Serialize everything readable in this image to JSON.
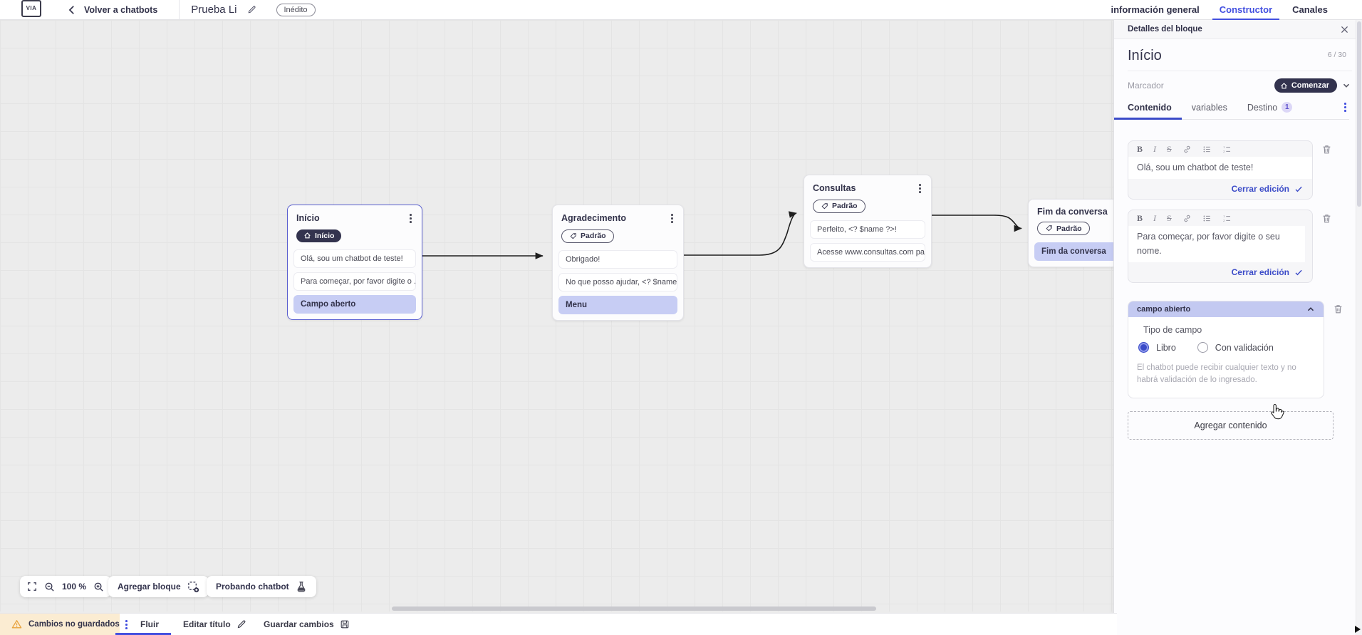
{
  "topbar": {
    "logo_text": "VIA",
    "back_label": "Volver a chatbots",
    "title": "Prueba Li",
    "status_badge": "Inédito",
    "tabs": [
      {
        "label": "información general",
        "active": false
      },
      {
        "label": "Constructor",
        "active": true
      },
      {
        "label": "Canales",
        "active": false
      }
    ]
  },
  "canvas": {
    "zoom_level": "100 %",
    "add_block_label": "Agregar bloque",
    "test_chatbot_label": "Probando chatbot",
    "nodes": [
      {
        "title": "Início",
        "badge": "Início",
        "badge_type": "start",
        "selected": true,
        "items": [
          {
            "text": "Olá, sou um chatbot de teste!",
            "type": "message"
          },
          {
            "text": "Para começar, por favor digite o ...",
            "type": "message"
          },
          {
            "text": "Campo aberto",
            "type": "action"
          }
        ]
      },
      {
        "title": "Agradecimento",
        "badge": "Padrão",
        "badge_type": "default",
        "selected": false,
        "items": [
          {
            "text": "Obrigado!",
            "type": "message"
          },
          {
            "text": "No que posso ajudar, <? $name ...",
            "type": "message"
          },
          {
            "text": "Menu",
            "type": "action"
          }
        ]
      },
      {
        "title": "Consultas",
        "badge": "Padrão",
        "badge_type": "default",
        "selected": false,
        "items": [
          {
            "text": "Perfeito, <? $name ?>!",
            "type": "message"
          },
          {
            "text": "Acesse www.consultas.com par...",
            "type": "message"
          }
        ]
      },
      {
        "title": "Fim da conversa",
        "badge": "Padrão",
        "badge_type": "default",
        "selected": false,
        "items": [
          {
            "text": "Fim da conversa",
            "type": "action"
          }
        ]
      }
    ],
    "connections": [
      {
        "from": "Início",
        "to": "Agradecimento"
      },
      {
        "from": "Agradecimento",
        "to": "Consultas"
      },
      {
        "from": "Consultas",
        "to": "Fim da conversa"
      }
    ]
  },
  "panel": {
    "header": "Detalles del bloque",
    "block_name": "Início",
    "char_counter": "6 / 30",
    "marker_label": "Marcador",
    "marker_value": "Comenzar",
    "tabs": [
      {
        "label": "Contenido",
        "active": true
      },
      {
        "label": "variables",
        "active": false
      },
      {
        "label": "Destino",
        "active": false,
        "badge": "1"
      }
    ],
    "editor_toolbar": {
      "bold": "B",
      "italic": "I",
      "strike": "S"
    },
    "editors": [
      {
        "text": "Olá, sou um chatbot de teste!",
        "close_label": "Cerrar edición"
      },
      {
        "text": "Para começar, por favor digite o seu nome.",
        "close_label": "Cerrar edición"
      }
    ],
    "open_field": {
      "header": "campo abierto",
      "type_label": "Tipo de campo",
      "options": [
        {
          "label": "Libro",
          "selected": true
        },
        {
          "label": "Con validación",
          "selected": false
        }
      ],
      "help_text": "El chatbot puede recibir cualquier texto y no habrá validación de lo ingresado."
    },
    "add_content_label": "Agregar contenido"
  },
  "statusbar": {
    "warning": "Cambios no guardados",
    "flow_tab": "Fluir",
    "edit_title_label": "Editar título",
    "save_label": "Guardar cambios"
  },
  "colors": {
    "accent_blue": "#4350e0",
    "selected_node_border": "#5a5fd0",
    "action_item_bg": "#c7cdf4",
    "dark_pill_bg": "#33334e",
    "warning_bg": "#fbecd2",
    "warning_icon": "#e8a33d",
    "canvas_bg": "#ececec"
  }
}
